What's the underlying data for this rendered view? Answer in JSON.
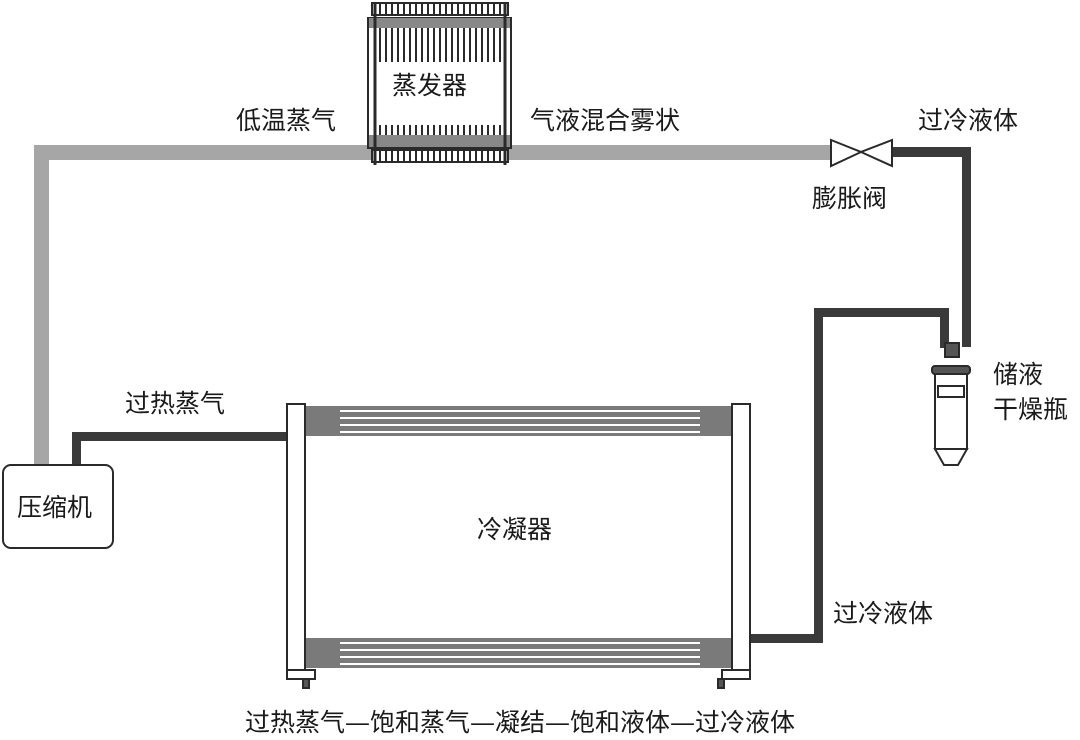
{
  "labels": {
    "evaporator": "蒸发器",
    "low_temp_vapor": "低温蒸气",
    "gas_liquid_mist": "气液混合雾状",
    "subcooled_liquid_top": "过冷液体",
    "expansion_valve": "膨胀阀",
    "receiver_dryer_line1": "储液",
    "receiver_dryer_line2": "干燥瓶",
    "superheated_vapor": "过热蒸气",
    "compressor": "压缩机",
    "condenser": "冷凝器",
    "subcooled_liquid_bottom": "过冷液体",
    "caption": "过热蒸气—饱和蒸气—凝结—饱和液体—过冷液体"
  },
  "colors": {
    "low_pressure_pipe": "#a6a6a6",
    "high_pressure_pipe": "#3a3a3a",
    "outline": "#2a2a2a"
  }
}
